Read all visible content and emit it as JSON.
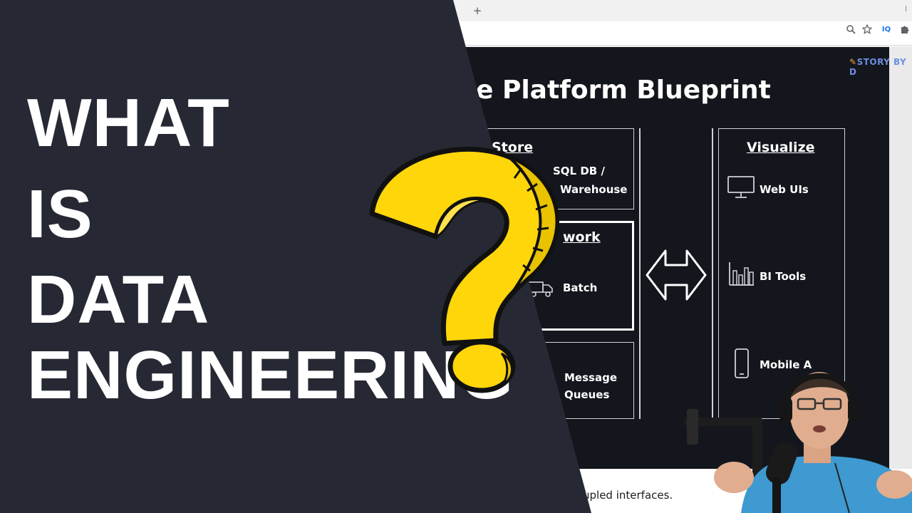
{
  "browser": {
    "new_tab": "+",
    "tab_edge": "l",
    "toolbar_icons": [
      "zoom-icon",
      "star-icon",
      "extension-iq-icon",
      "puzzle-icon"
    ],
    "iq_label": "IQ"
  },
  "slide": {
    "brand": "STORY BY D",
    "title": "e Platform Blueprint",
    "store": {
      "heading": "Store",
      "line1": "SQL DB /",
      "line2": "Warehouse"
    },
    "work": {
      "heading": "work",
      "label": "Batch"
    },
    "queue": {
      "line1": "Message",
      "line2": "Queues"
    },
    "visualize": {
      "heading": "Visualize",
      "items": [
        "Web UIs",
        "BI Tools",
        "Mobile A"
      ]
    },
    "caption": "upled interfaces."
  },
  "headline": {
    "lines": [
      "WHAT",
      "IS",
      "DATA",
      "ENGINEERING"
    ]
  },
  "colors": {
    "overlay": "#262833",
    "slide_bg": "#14161d",
    "accent_yellow": "#ffd60a",
    "outline": "#111111"
  }
}
